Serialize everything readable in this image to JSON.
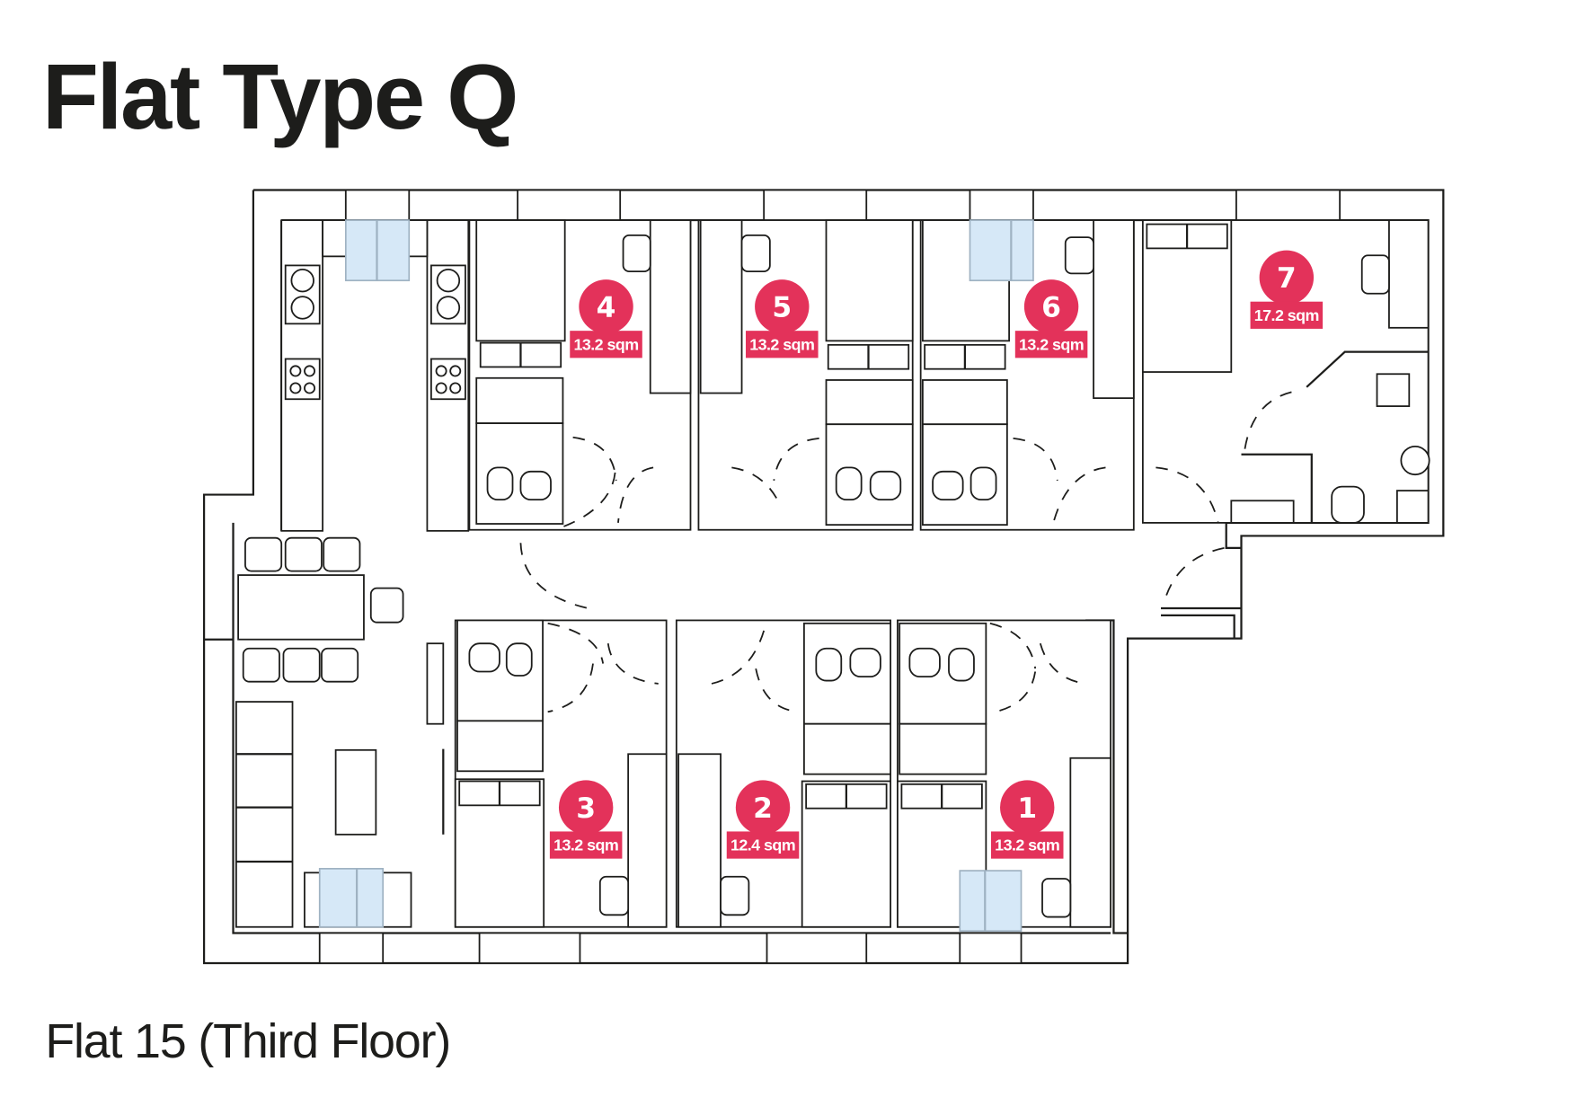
{
  "title": "Flat Type Q",
  "subtitle": "Flat 15 (Third Floor)",
  "colors": {
    "badge": "#e3325a",
    "window": "#d6e8f7",
    "line": "#1d1d1b"
  },
  "rooms": [
    {
      "number": "1",
      "area": "13.2 sqm"
    },
    {
      "number": "2",
      "area": "12.4 sqm"
    },
    {
      "number": "3",
      "area": "13.2 sqm"
    },
    {
      "number": "4",
      "area": "13.2 sqm"
    },
    {
      "number": "5",
      "area": "13.2 sqm"
    },
    {
      "number": "6",
      "area": "13.2 sqm"
    },
    {
      "number": "7",
      "area": "17.2 sqm"
    }
  ]
}
